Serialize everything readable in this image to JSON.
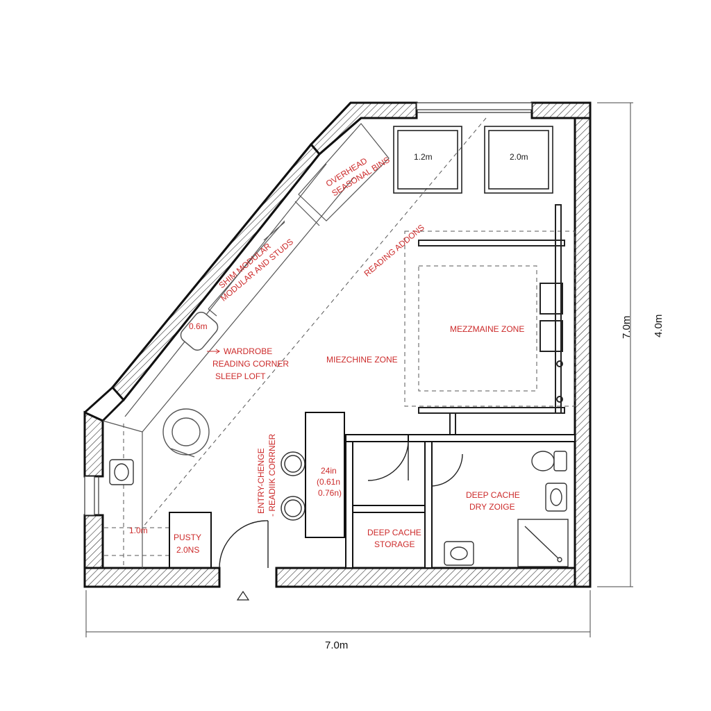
{
  "labels": {
    "overhead_bins": [
      "OVERHEAD",
      "SEASONAL BINS"
    ],
    "reading_addons": "READING ADDONS",
    "modular_shelf": [
      "SHIM MODULAR",
      "MODULAR AND STUDS"
    ],
    "wall_niche": "0.6m",
    "wardrobe": "WARDROBE",
    "reading_corner": "READING CORNER",
    "sleep_loft": "SLEEP LOFT",
    "mezzanine_zone_left": "MIEZCHINE ZONE",
    "mezzanine_zone_right": "MEZZMAINE ZONE",
    "window_1": "1.2m",
    "window_2": "2.0m",
    "entry_exchange": [
      "ENTRY-CHENGE",
      "- READIIK CORRNER"
    ],
    "desk_dims": [
      "24in",
      "(0.61n",
      "0.76n)"
    ],
    "pantry": [
      "PUSTY",
      "2.0NS"
    ],
    "pantry_dim": "1.0m",
    "deep_cache_storage": [
      "DEEP CACHE",
      "STORAGE"
    ],
    "deep_cache_dry": [
      "DEEP CACHE",
      "DRY ZOIGE"
    ]
  },
  "dimensions": {
    "width": "7.0m",
    "height_inner": "7.0m",
    "height_outer": "4.0m"
  },
  "colors": {
    "wall": "#111111",
    "annotation": "#cc2a2a",
    "hatch": "#333333"
  }
}
